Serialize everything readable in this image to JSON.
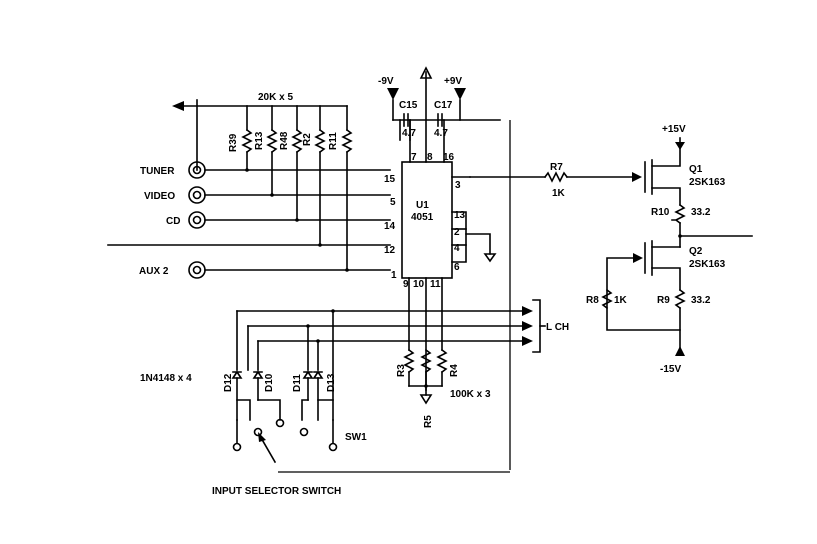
{
  "labels": {
    "resistor_net": "20K x 5",
    "r39": "R39",
    "r13": "R13",
    "r48": "R48",
    "r2": "R2",
    "r11": "R11",
    "tuner": "TUNER",
    "video": "VIDEO",
    "cd": "CD",
    "aux2": "AUX 2",
    "neg9v": "-9V",
    "pos9v": "+9V",
    "c15": "C15",
    "c17": "C17",
    "c15_val": "4.7",
    "c17_val": "4.7",
    "u1": "U1",
    "u1_part": "4051",
    "pin7": "7",
    "pin8": "8",
    "pin16": "16",
    "pin15": "15",
    "pin5": "5",
    "pin14": "14",
    "pin12": "12",
    "pin1": "1",
    "pin3": "3",
    "pin13": "13",
    "pin2": "2",
    "pin4": "4",
    "pin6": "6",
    "pin9": "9",
    "pin10": "10",
    "pin11": "11",
    "r7": "R7",
    "r7_val": "1K",
    "pos15v": "+15V",
    "q1": "Q1",
    "q1_part": "2SK163",
    "r10": "R10",
    "r10_val": "33.2",
    "q2": "Q2",
    "q2_part": "2SK163",
    "r8": "R8",
    "r8_val": "1K",
    "r9": "R9",
    "r9_val": "33.2",
    "neg15v": "-15V",
    "lch": "L CH",
    "diodes": "1N4148 x 4",
    "d12": "D12",
    "d10": "D10",
    "d11": "D11",
    "d13": "D13",
    "r3": "R3",
    "r4": "R4",
    "r5": "R5",
    "r_net2": "100K x 3",
    "sw1": "SW1",
    "switch_title": "INPUT SELECTOR SWITCH"
  }
}
